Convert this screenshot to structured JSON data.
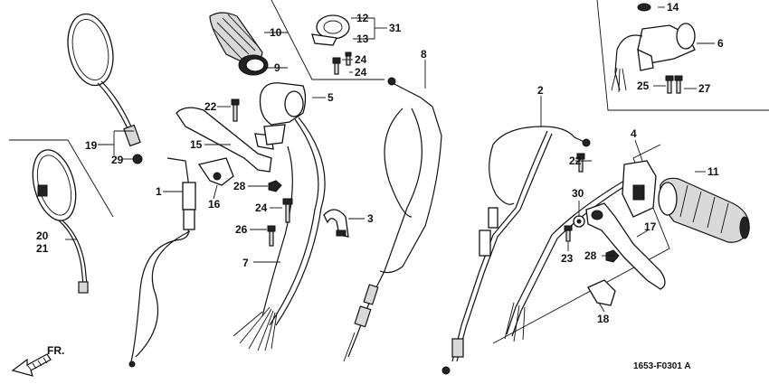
{
  "labels": {
    "p1": "1",
    "p2": "2",
    "p3": "3",
    "p4": "4",
    "p5": "5",
    "p6": "6",
    "p7": "7",
    "p8": "8",
    "p9": "9",
    "p10": "10",
    "p11": "11",
    "p12": "12",
    "p13": "13",
    "p14": "14",
    "p15": "15",
    "p16": "16",
    "p17": "17",
    "p18": "18",
    "p19": "19",
    "p20": "20",
    "p21": "21",
    "p22a": "22",
    "p22b": "22",
    "p23": "23",
    "p24a": "24",
    "p24b": "24",
    "p24c": "24",
    "p25": "25",
    "p26": "26",
    "p27": "27",
    "p28a": "28",
    "p28b": "28",
    "p29": "29",
    "p30": "30",
    "p31": "31"
  },
  "direction": "FR.",
  "ref_code": "1653-F0301 A"
}
